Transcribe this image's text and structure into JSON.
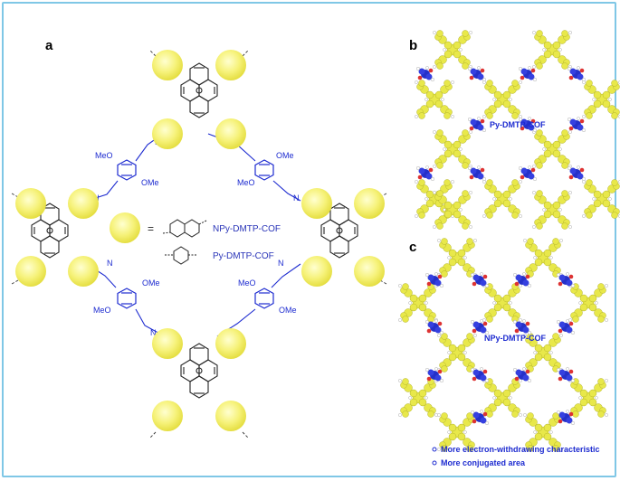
{
  "panels": {
    "a": "a",
    "b": "b",
    "c": "c"
  },
  "legend": {
    "equals": "=",
    "naphthyl_cof": "NPy-DMTP-COF",
    "phenyl_cof": "Py-DMTP-COF"
  },
  "linker_labels": {
    "methoxy": "MeO",
    "methoxy_right": "OMe",
    "nitrogen": "N"
  },
  "structure_labels": {
    "b": "Py-DMTP-COF",
    "c": "NPy-DMTP-COF"
  },
  "bullets": [
    "More electron-withdrawing characteristic",
    "More conjugated area"
  ],
  "colors": {
    "frame": "#7fc7e6",
    "sphere": "#f2f07a",
    "linker": "#1d2bd0",
    "pyrene": "#222222",
    "text_blue": "#2a35b8"
  }
}
